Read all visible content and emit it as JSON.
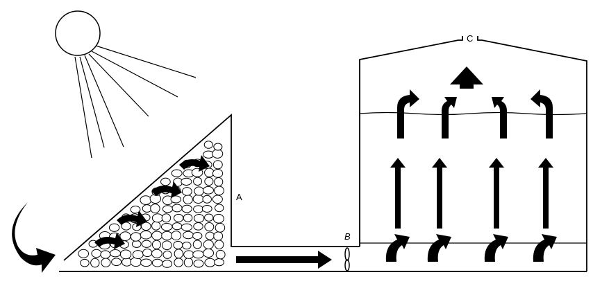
{
  "diagram": {
    "labels": {
      "a": "A",
      "b": "B",
      "c": "C"
    },
    "colors": {
      "ink": "#000000",
      "background": "#ffffff"
    }
  }
}
